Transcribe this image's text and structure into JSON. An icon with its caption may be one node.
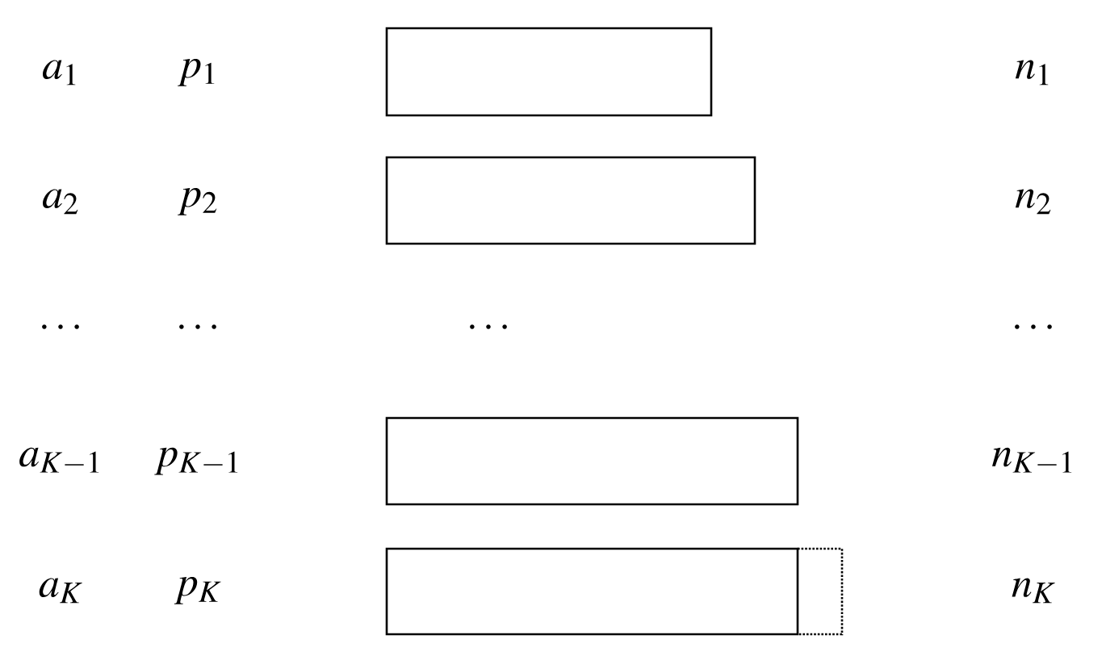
{
  "diagram": {
    "nodes": [
      {
        "text": [],
        "shape": "bar"
      },
      {
        "text": [],
        "shape": "bar"
      },
      {
        "text": [],
        "shape": "bar"
      },
      {
        "text": [],
        "shape": "bar"
      }
    ],
    "labels": [
      "a_{1}",
      "p_{1}",
      "n_{1}",
      "a_{2}",
      "p_{2}",
      "n_{2}",
      "\\dots",
      "\\dots",
      "\\dots",
      "\\dots",
      "a_{K-1}",
      "p_{K-1}",
      "n_{K-1}",
      "a_{K}",
      "p_{K}",
      "n_{K}"
    ]
  }
}
